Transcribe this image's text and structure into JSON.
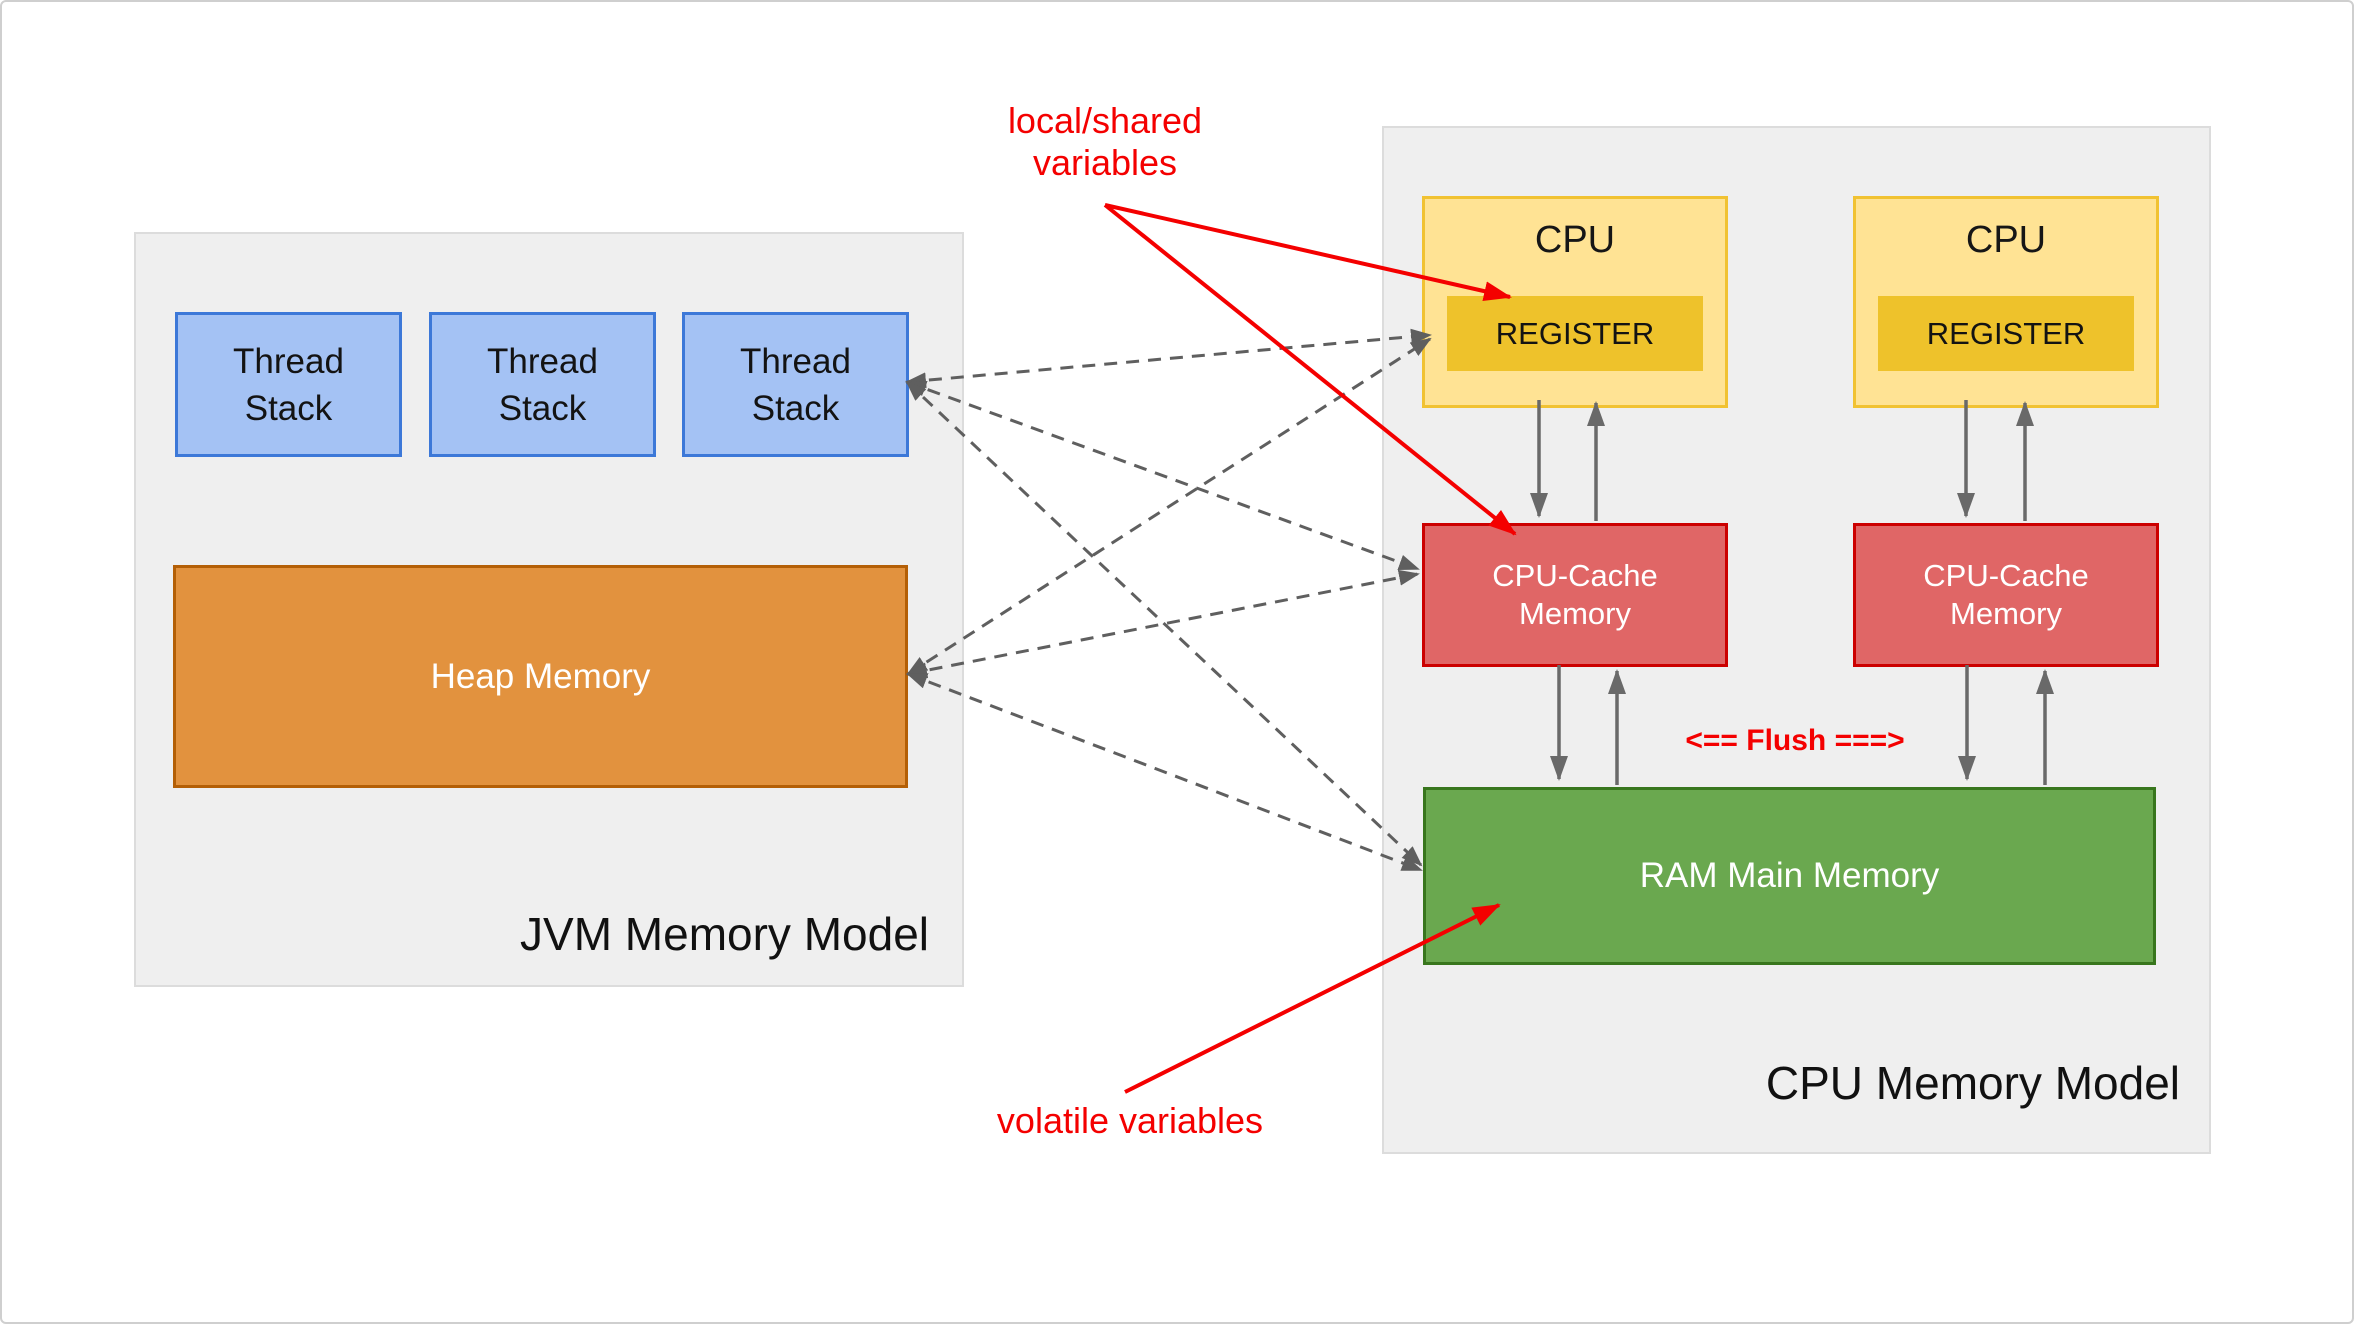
{
  "jvm_panel": {
    "title": "JVM Memory Model",
    "thread_stacks": [
      {
        "label": "Thread Stack"
      },
      {
        "label": "Thread Stack"
      },
      {
        "label": "Thread Stack"
      }
    ],
    "heap_label": "Heap Memory"
  },
  "cpu_panel": {
    "title": "CPU Memory Model",
    "cpus": [
      {
        "label": "CPU",
        "register_label": "REGISTER",
        "cache_label": "CPU-Cache Memory"
      },
      {
        "label": "CPU",
        "register_label": "REGISTER",
        "cache_label": "CPU-Cache Memory"
      }
    ],
    "ram_label": "RAM Main Memory",
    "flush_label": "<== Flush ===>"
  },
  "annotations": {
    "local_shared": "local/shared\nvariables",
    "volatile": "volatile variables"
  },
  "palette": {
    "panel_bg": "#efefef",
    "thread_fill": "#a4c2f4",
    "thread_border": "#3c78d8",
    "heap_fill": "#e2923e",
    "heap_border": "#b45f06",
    "cpu_fill": "#ffe394",
    "cpu_border": "#f1c232",
    "register_fill": "#eec22b",
    "cache_fill": "#e06666",
    "cache_border": "#cc0000",
    "ram_fill": "#6aa84f",
    "ram_border": "#38761d",
    "annotation_red": "#f40000",
    "arrow_gray": "#696969",
    "dashed_gray": "#5f5f5f"
  }
}
